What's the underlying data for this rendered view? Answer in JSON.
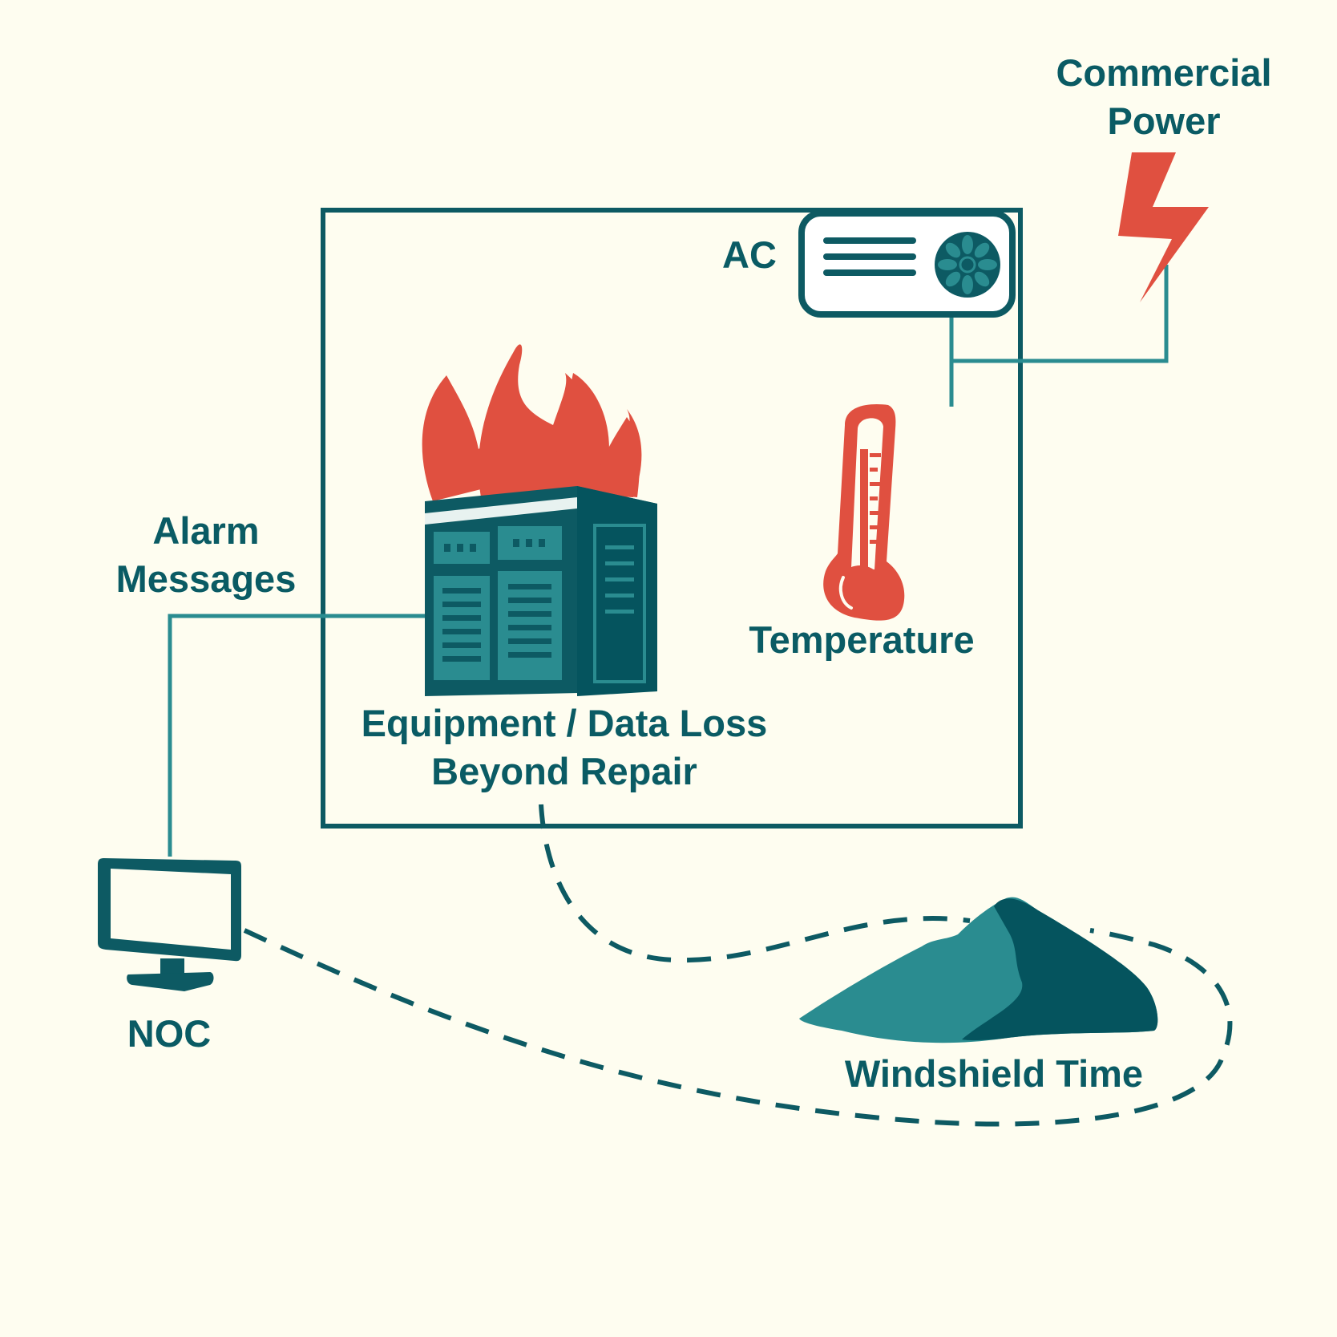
{
  "labels": {
    "commercial_power": [
      "Commercial",
      "Power"
    ],
    "ac": "AC",
    "alarm_messages": [
      "Alarm",
      "Messages"
    ],
    "temperature": "Temperature",
    "equipment_loss": [
      "Equipment / Data Loss",
      "Beyond Repair"
    ],
    "noc": "NOC",
    "windshield_time": "Windshield Time"
  },
  "icons": {
    "power": "lightning-bolt-icon",
    "ac": "air-conditioner-icon",
    "fire": "flame-icon",
    "server": "server-rack-icon",
    "thermometer": "thermometer-icon",
    "monitor": "monitor-icon",
    "mountain": "mountain-icon"
  },
  "colors": {
    "background": "#fefdf0",
    "text": "#0a5b64",
    "line": "#2a8c90",
    "outline": "#0d5a63",
    "alert": "#e05040",
    "teal_light": "#2a8c90",
    "teal_dark": "#05545e"
  }
}
